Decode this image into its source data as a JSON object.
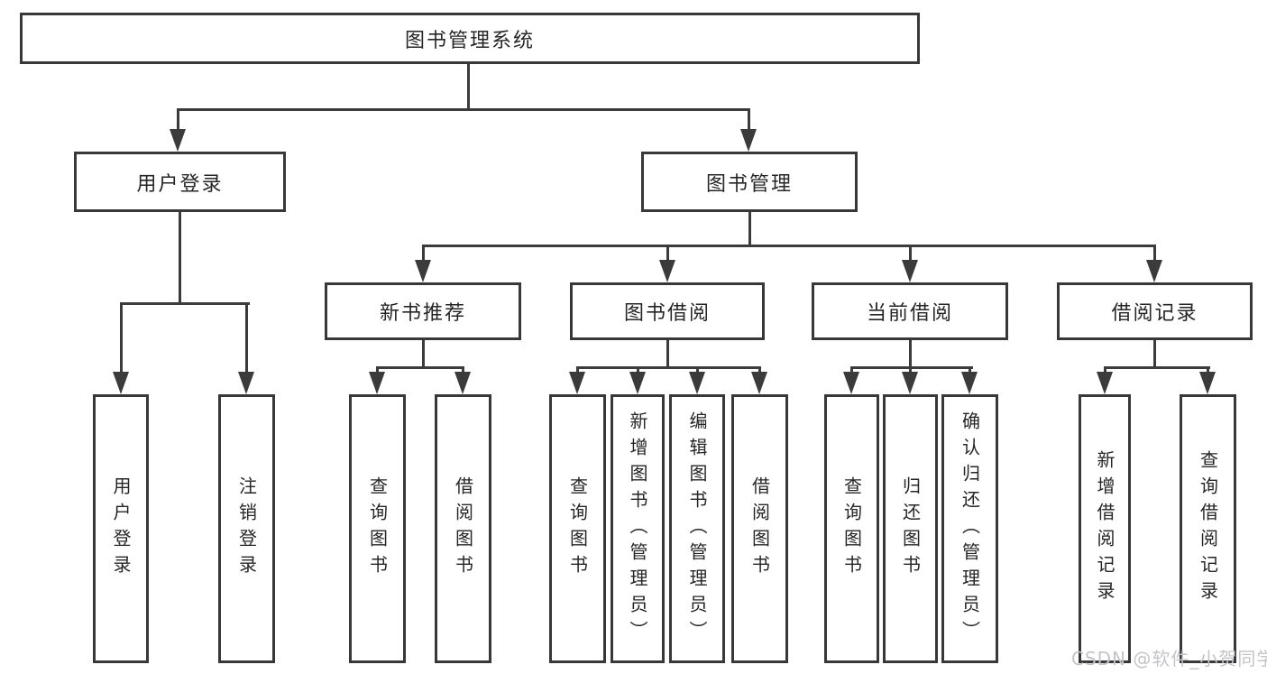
{
  "diagram": {
    "title": "图书管理系统",
    "root": {
      "label": "图书管理系统"
    },
    "level2": [
      {
        "label": "用户登录"
      },
      {
        "label": "图书管理"
      }
    ],
    "level3": [
      {
        "label": "新书推荐",
        "parent": "图书管理"
      },
      {
        "label": "图书借阅",
        "parent": "图书管理"
      },
      {
        "label": "当前借阅",
        "parent": "图书管理"
      },
      {
        "label": "借阅记录",
        "parent": "图书管理"
      }
    ],
    "leaves": [
      {
        "label": "用户登录",
        "parent": "用户登录"
      },
      {
        "label": "注销登录",
        "parent": "用户登录"
      },
      {
        "label": "查询图书",
        "parent": "新书推荐"
      },
      {
        "label": "借阅图书",
        "parent": "新书推荐"
      },
      {
        "label": "查询图书",
        "parent": "图书借阅"
      },
      {
        "label": "新增图书（管理员）",
        "parent": "图书借阅"
      },
      {
        "label": "编辑图书（管理员）",
        "parent": "图书借阅"
      },
      {
        "label": "借阅图书",
        "parent": "图书借阅"
      },
      {
        "label": "查询图书",
        "parent": "当前借阅"
      },
      {
        "label": "归还图书",
        "parent": "当前借阅"
      },
      {
        "label": "确认归还（管理员）",
        "parent": "当前借阅"
      },
      {
        "label": "新增借阅记录",
        "parent": "借阅记录"
      },
      {
        "label": "查询借阅记录",
        "parent": "借阅记录"
      }
    ]
  },
  "watermark": {
    "text": "CSDN @软件_小贺同学"
  },
  "colors": {
    "line": "#3b3b3b",
    "border": "#383838",
    "text": "#262626",
    "background": "#ffffff",
    "watermark": "#c4c4c8"
  }
}
